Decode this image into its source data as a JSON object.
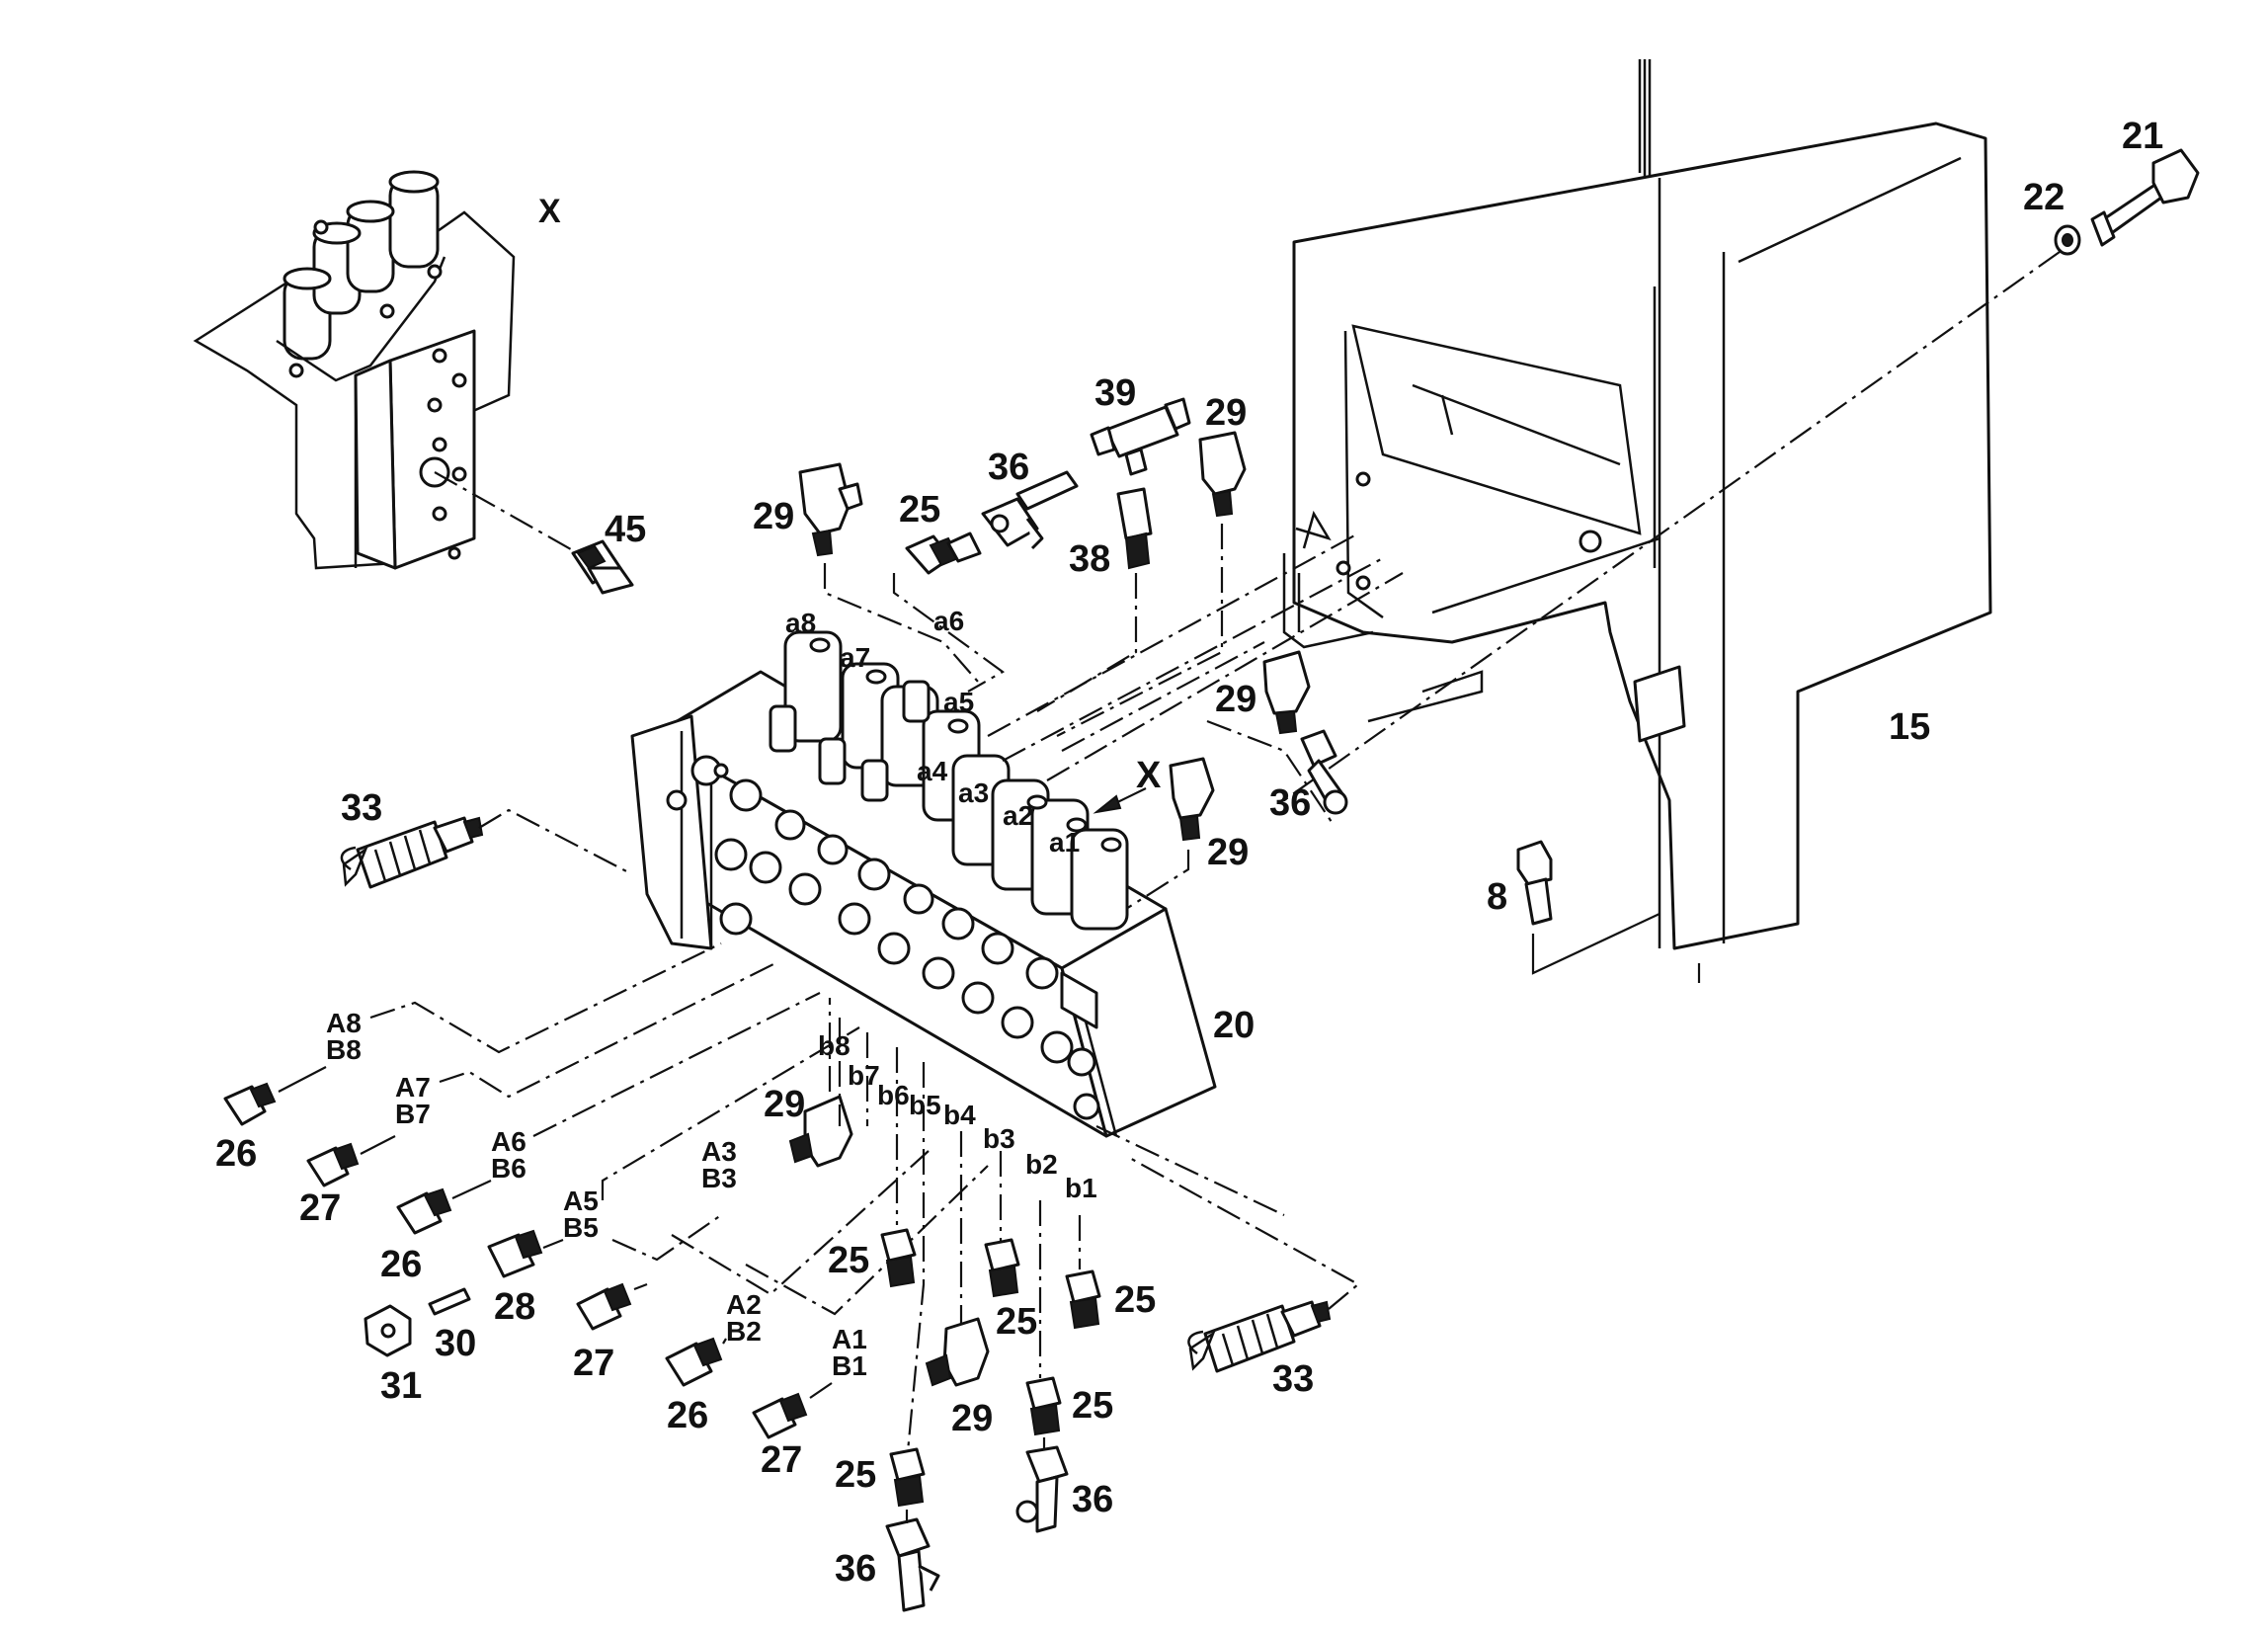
{
  "diagram": {
    "view_label": "X",
    "callouts": {
      "c8": "8",
      "c15": "15",
      "c20": "20",
      "c21": "21",
      "c22": "22",
      "c25a": "25",
      "c25b": "25",
      "c25c": "25",
      "c25d": "25",
      "c25e": "25",
      "c25f": "25",
      "c26a": "26",
      "c26b": "26",
      "c26c": "26",
      "c27a": "27",
      "c27b": "27",
      "c27c": "27",
      "c28": "28",
      "c29a": "29",
      "c29b": "29",
      "c29c": "29",
      "c29d": "29",
      "c29e": "29",
      "c29f": "29",
      "c30": "30",
      "c31": "31",
      "c33a": "33",
      "c33b": "33",
      "c36a": "36",
      "c36b": "36",
      "c36c": "36",
      "c36d": "36",
      "c38": "38",
      "c39": "39",
      "c45": "45",
      "x_arrow": "X"
    },
    "pilot_ports": {
      "a1": "a1",
      "a2": "a2",
      "a3": "a3",
      "a4": "a4",
      "a5": "a5",
      "a6": "a6",
      "a7": "a7",
      "a8": "a8"
    },
    "drain_ports": {
      "b1": "b1",
      "b2": "b2",
      "b3": "b3",
      "b4": "b4",
      "b5": "b5",
      "b6": "b6",
      "b7": "b7",
      "b8": "b8"
    },
    "work_ports": {
      "ab1_a": "A1",
      "ab1_b": "B1",
      "ab2_a": "A2",
      "ab2_b": "B2",
      "ab3_a": "A3",
      "ab3_b": "B3",
      "ab5_a": "A5",
      "ab5_b": "B5",
      "ab6_a": "A6",
      "ab6_b": "B6",
      "ab7_a": "A7",
      "ab7_b": "B7",
      "ab8_a": "A8",
      "ab8_b": "B8"
    }
  }
}
